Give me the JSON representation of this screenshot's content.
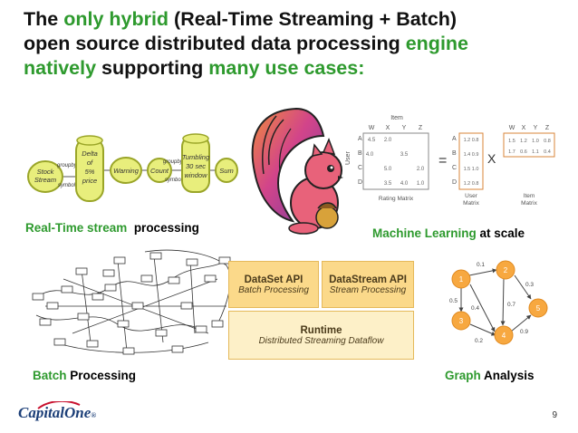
{
  "title": {
    "w1": "The ",
    "w2": "only hybrid",
    "w3": " (Real-Time Streaming + Batch)",
    "line2a": "open source distributed data processing ",
    "line2b": "engine",
    "line3a": "natively",
    "line3b": " supporting ",
    "line3c": "many use cases:"
  },
  "labels": {
    "rt_green": "Real-Time stream",
    "rt_black": "  processing",
    "ml_green": "Machine Learning",
    "ml_black": " at scale",
    "batch_green": "Batch",
    "batch_black": " Processing",
    "graph_green": "Graph",
    "graph_black": " Analysis"
  },
  "stream_diagram": {
    "stock": "Stock\nStream",
    "groupby1": "groupby",
    "symbol1": "symbol",
    "delta": "Delta\nof\n5%\nprice",
    "warning": "Warning",
    "count": "Count",
    "groupby2": "groupby",
    "symbol2": "symbol",
    "tumbling": "Tumbling\n30 sec\nwindow",
    "sum": "Sum"
  },
  "ml": {
    "item": "Item",
    "cols": [
      "W",
      "X",
      "Y",
      "Z"
    ],
    "user": "User",
    "rows": [
      "A",
      "B",
      "C",
      "D"
    ],
    "rating_cells": [
      "4.5",
      "2.0",
      "4.0",
      "3.5",
      "5.0",
      "2.0",
      "3.5",
      "4.0",
      "1.0"
    ],
    "rating_label": "Rating Matrix",
    "eq": "=",
    "x": "X",
    "user_matrix_label": "User\nMatrix",
    "item_matrix_label": "Item\nMatrix",
    "user_matrix": [
      "1.2",
      "0.8",
      "1.4",
      "0.9",
      "1.5",
      "1.0",
      "1.2",
      "0.8"
    ],
    "item_matrix": [
      "1.5",
      "1.2",
      "1.0",
      "0.8",
      "1.7",
      "0.6",
      "1.1",
      "0.4"
    ]
  },
  "stack": {
    "dataset_title": "DataSet API",
    "dataset_sub": "Batch Processing",
    "datastream_title": "DataStream API",
    "datastream_sub": "Stream Processing",
    "runtime_title": "Runtime",
    "runtime_sub": "Distributed Streaming Dataflow"
  },
  "graph": {
    "nodes": [
      "1",
      "2",
      "3",
      "4",
      "5"
    ],
    "weights": [
      "0.1",
      "0.3",
      "0.5",
      "0.4",
      "0.7",
      "0.2",
      "0.9"
    ]
  },
  "footer": {
    "logo_a": "Capital",
    "logo_b": "One",
    "page": "9"
  },
  "colors": {
    "green": "#2e9a2e",
    "stream_fill": "#e8ee7c",
    "stream_stroke": "#9aa528",
    "api_fill": "#fbd98a",
    "graph_node": "#f7a840"
  }
}
